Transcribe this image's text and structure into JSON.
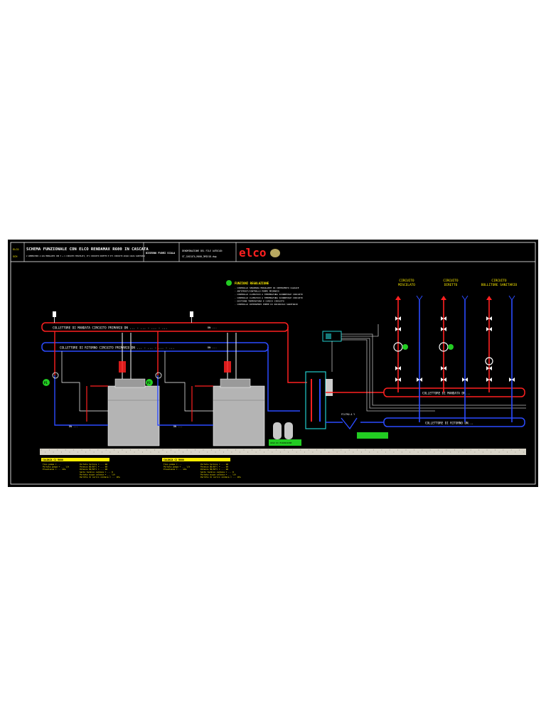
{
  "header": {
    "title": "SCHEMA FUNZIONALE CON ELCO RENDAMAX R600 IN CASCATA",
    "subtitle": "2 GENERATORI A GAS MODULANTI CON 3 + 1 CIRCUITI MISCELATI, N°1 CIRCUITO DIRETTO E N°1 CIRCUITO ACQUA CALDA SANITARIA",
    "scale_note": "DISEGNO FUORI SCALA",
    "file_label": "DENOMINAZIONE DEL FILE AUTOCAD:",
    "file_name": "ST_CASCATA_R600_3MIX1D.dwg",
    "brand": "elco",
    "left_tag_top": "ELCO",
    "left_tag_bottom": "SCH"
  },
  "legend": {
    "heading": "FUNZIONI REGOLAZIONE",
    "items": [
      "- CONTROLLO SEQUENZA MODULANTE DI INTERVENTO CALDAIE",
      "- ANTIFROST/CONTROLLO POMPE PRIMARIO",
      "- CONTROLLO CLIMATICO A TEMPERATURA SCORREVOLE CIRCUITO",
      "- CONTROLLO CLIMATICO A TEMPERATURA SCORREVOLE CIRCUITO",
      "- GESTIONE TEMPERATURA E CARICO CIRCUITO",
      "- CONTROLLO INTERVENTO POMPE DI RICIRCOLO SANITARIO"
    ]
  },
  "collectors": {
    "supply_primary": "COLLETTORE DI MANDATA CIRCUITO PRIMARIO DN ... - ... - ... - ...",
    "return_primary": "COLLETTORE DI RITORNO CIRCUITO PRIMARIO DN ... - ... - ... - ...",
    "supply_secondary": "COLLETTORE DI MANDATA DN...",
    "return_secondary": "COLLETTORE DI RITORNO DN..."
  },
  "circuits": [
    {
      "line1": "CIRCUITO",
      "line2": "MISCELATO"
    },
    {
      "line1": "CIRCUITO",
      "line2": "DIRETTO"
    },
    {
      "line1": "CIRCUITO",
      "line2": "BOLLITORE SANITARIO"
    }
  ],
  "pumps": [
    "P1",
    "P2"
  ],
  "pipe_tag": "DN ...",
  "filter_label": "FILTRO A Y",
  "expansion_note": "VASO DI ESPANSIONE",
  "boiler_specs": [
    {
      "header": "CALDAIA C1 R600",
      "lines": [
        "Tipo pompa = ...",
        "Portata pompa = ... l/h",
        "Prevalenza = ... kPa"
      ],
      "lines2": [
        "Portata termica = ... kW",
        "Potenza 80/60°C = ... kW",
        "Potenza 50/30°C = ... kW",
        "Salto termico caldaia = ... K",
        "Portata acqua caldaia = ... l/h",
        "Perdite di carico caldaia = ... kPa"
      ]
    },
    {
      "header": "CALDAIA C2 R600",
      "lines": [
        "Tipo pompa = ...",
        "Portata pompa = ... l/h",
        "Prevalenza = ... kPa"
      ],
      "lines2": [
        "Portata termica = ... kW",
        "Potenza 80/60°C = ... kW",
        "Potenza 50/30°C = ... kW",
        "Salto termico caldaia = ... K",
        "Portata acqua caldaia = ... l/h",
        "Perdite di carico caldaia = ... kPa"
      ]
    }
  ],
  "colors": {
    "background": "#000000",
    "supply": "#ff2020",
    "return": "#2b4bff",
    "label": "#ffffff",
    "accent": "#ffee00",
    "green": "#22cc22",
    "pipe_grey": "#bbbbbb",
    "ground": "#d8d4c8"
  }
}
